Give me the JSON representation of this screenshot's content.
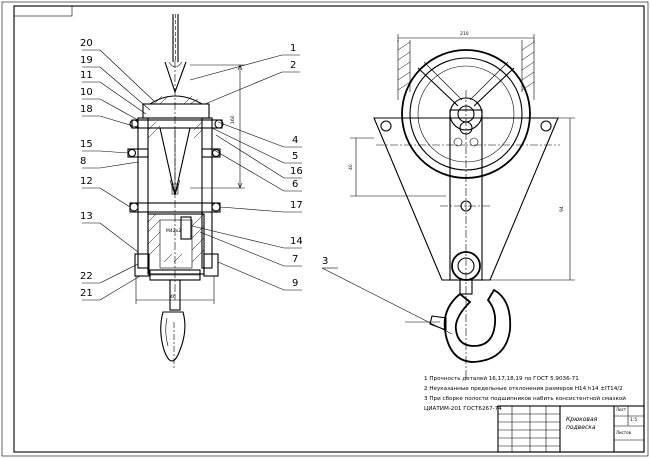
{
  "callouts_left": [
    "20",
    "19",
    "11",
    "10",
    "18",
    "15",
    "8",
    "12",
    "13",
    "22",
    "21"
  ],
  "callouts_right": [
    "1",
    "2",
    "4",
    "5",
    "16",
    "6",
    "17",
    "14",
    "7",
    "9"
  ],
  "callout_hook": "3",
  "dims": {
    "top_width": "210",
    "side_height": "160",
    "body_height": "94",
    "hook_height": "40",
    "bottom_width": "46",
    "thread_label": "M42x2"
  },
  "notes": [
    "1  Прочность деталей 16,17,18,19 по ГОСТ 5.9036-71",
    "2   Неуказанные предельные отклонения размеров H14 h14 ±IT14/2",
    "3   При сборке полости подшипников набить консистентной смазкой",
    "ЦИАТИМ-201 ГОСТ6267-74"
  ],
  "title_block": {
    "name_line1": "Крюковая",
    "name_line2": "подвеска",
    "mass": "",
    "scale": "1:5",
    "sheet": "Лист",
    "sheets": "Листов"
  },
  "stamp_top": ""
}
